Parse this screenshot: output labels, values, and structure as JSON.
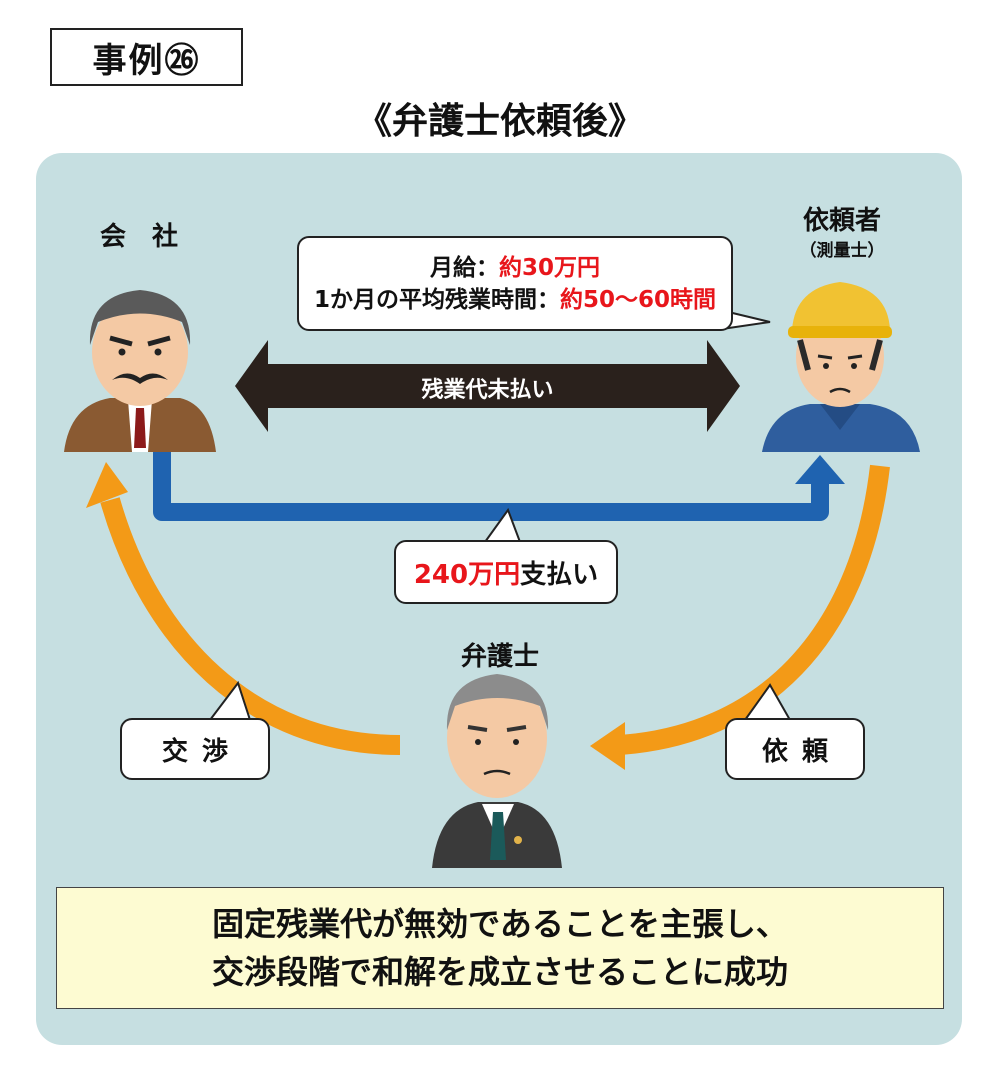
{
  "case_label": "事例㉖",
  "title": "《弁護士依頼後》",
  "company": {
    "label": "会　社"
  },
  "client": {
    "label": "依頼者",
    "sublabel": "（測量士）"
  },
  "lawyer": {
    "label": "弁護士"
  },
  "speech": {
    "line1_prefix": "月給：",
    "line1_value": "約30万円",
    "line2_prefix": "1か月の平均残業時間：",
    "line2_value": "約50〜60時間"
  },
  "unpaid_arrow": "残業代未払い",
  "payment": {
    "amount": "240万円",
    "suffix": "支払い"
  },
  "negotiation": "交渉",
  "request": "依頼",
  "summary": {
    "line1": "固定残業代が無効であることを主張し、",
    "line2": "交渉段階で和解を成立させることに成功"
  },
  "colors": {
    "panel": "#c6dfe1",
    "blue_path": "#1f63b0",
    "orange_arrow": "#f39a17",
    "black_arrow": "#2a211c",
    "red_text": "#e8161b",
    "summary_bg": "#fdfbd2"
  }
}
